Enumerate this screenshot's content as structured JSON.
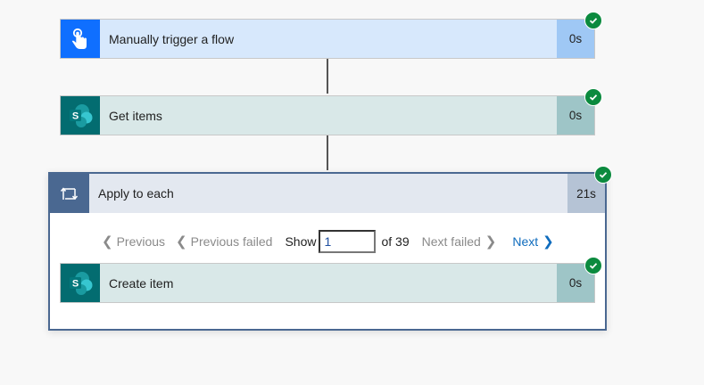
{
  "steps": [
    {
      "title": "Manually trigger a flow",
      "duration": "0s",
      "icon": "hand-touch-icon",
      "colors": {
        "icon_bg": "#0f6fff",
        "body_bg": "#d7e8fc",
        "time_bg": "#9fc8f5"
      },
      "status": "succeeded"
    },
    {
      "title": "Get items",
      "duration": "0s",
      "icon": "sharepoint-icon",
      "colors": {
        "icon_bg": "#036c70",
        "body_bg": "#d9e8e8",
        "time_bg": "#9ec5c7"
      },
      "status": "succeeded"
    }
  ],
  "loop": {
    "title": "Apply to each",
    "duration": "21s",
    "icon": "loop-icon",
    "status": "succeeded",
    "colors": {
      "accent": "#4a6891",
      "header_bg": "#e3e8f0",
      "time_bg": "#b5c3d5"
    },
    "pager": {
      "previous": "Previous",
      "previous_failed": "Previous failed",
      "show_label": "Show",
      "current": "1",
      "of_label": "of 39",
      "next_failed": "Next failed",
      "next": "Next"
    },
    "inner_steps": [
      {
        "title": "Create item",
        "duration": "0s",
        "icon": "sharepoint-icon",
        "colors": {
          "icon_bg": "#036c70",
          "body_bg": "#d9e8e8",
          "time_bg": "#9ec5c7"
        },
        "status": "succeeded"
      }
    ]
  },
  "colors": {
    "success": "#0b8a3e",
    "canvas_bg": "#f8f8f8",
    "link": "#0f6cbd",
    "disabled": "#8a8a8a"
  }
}
